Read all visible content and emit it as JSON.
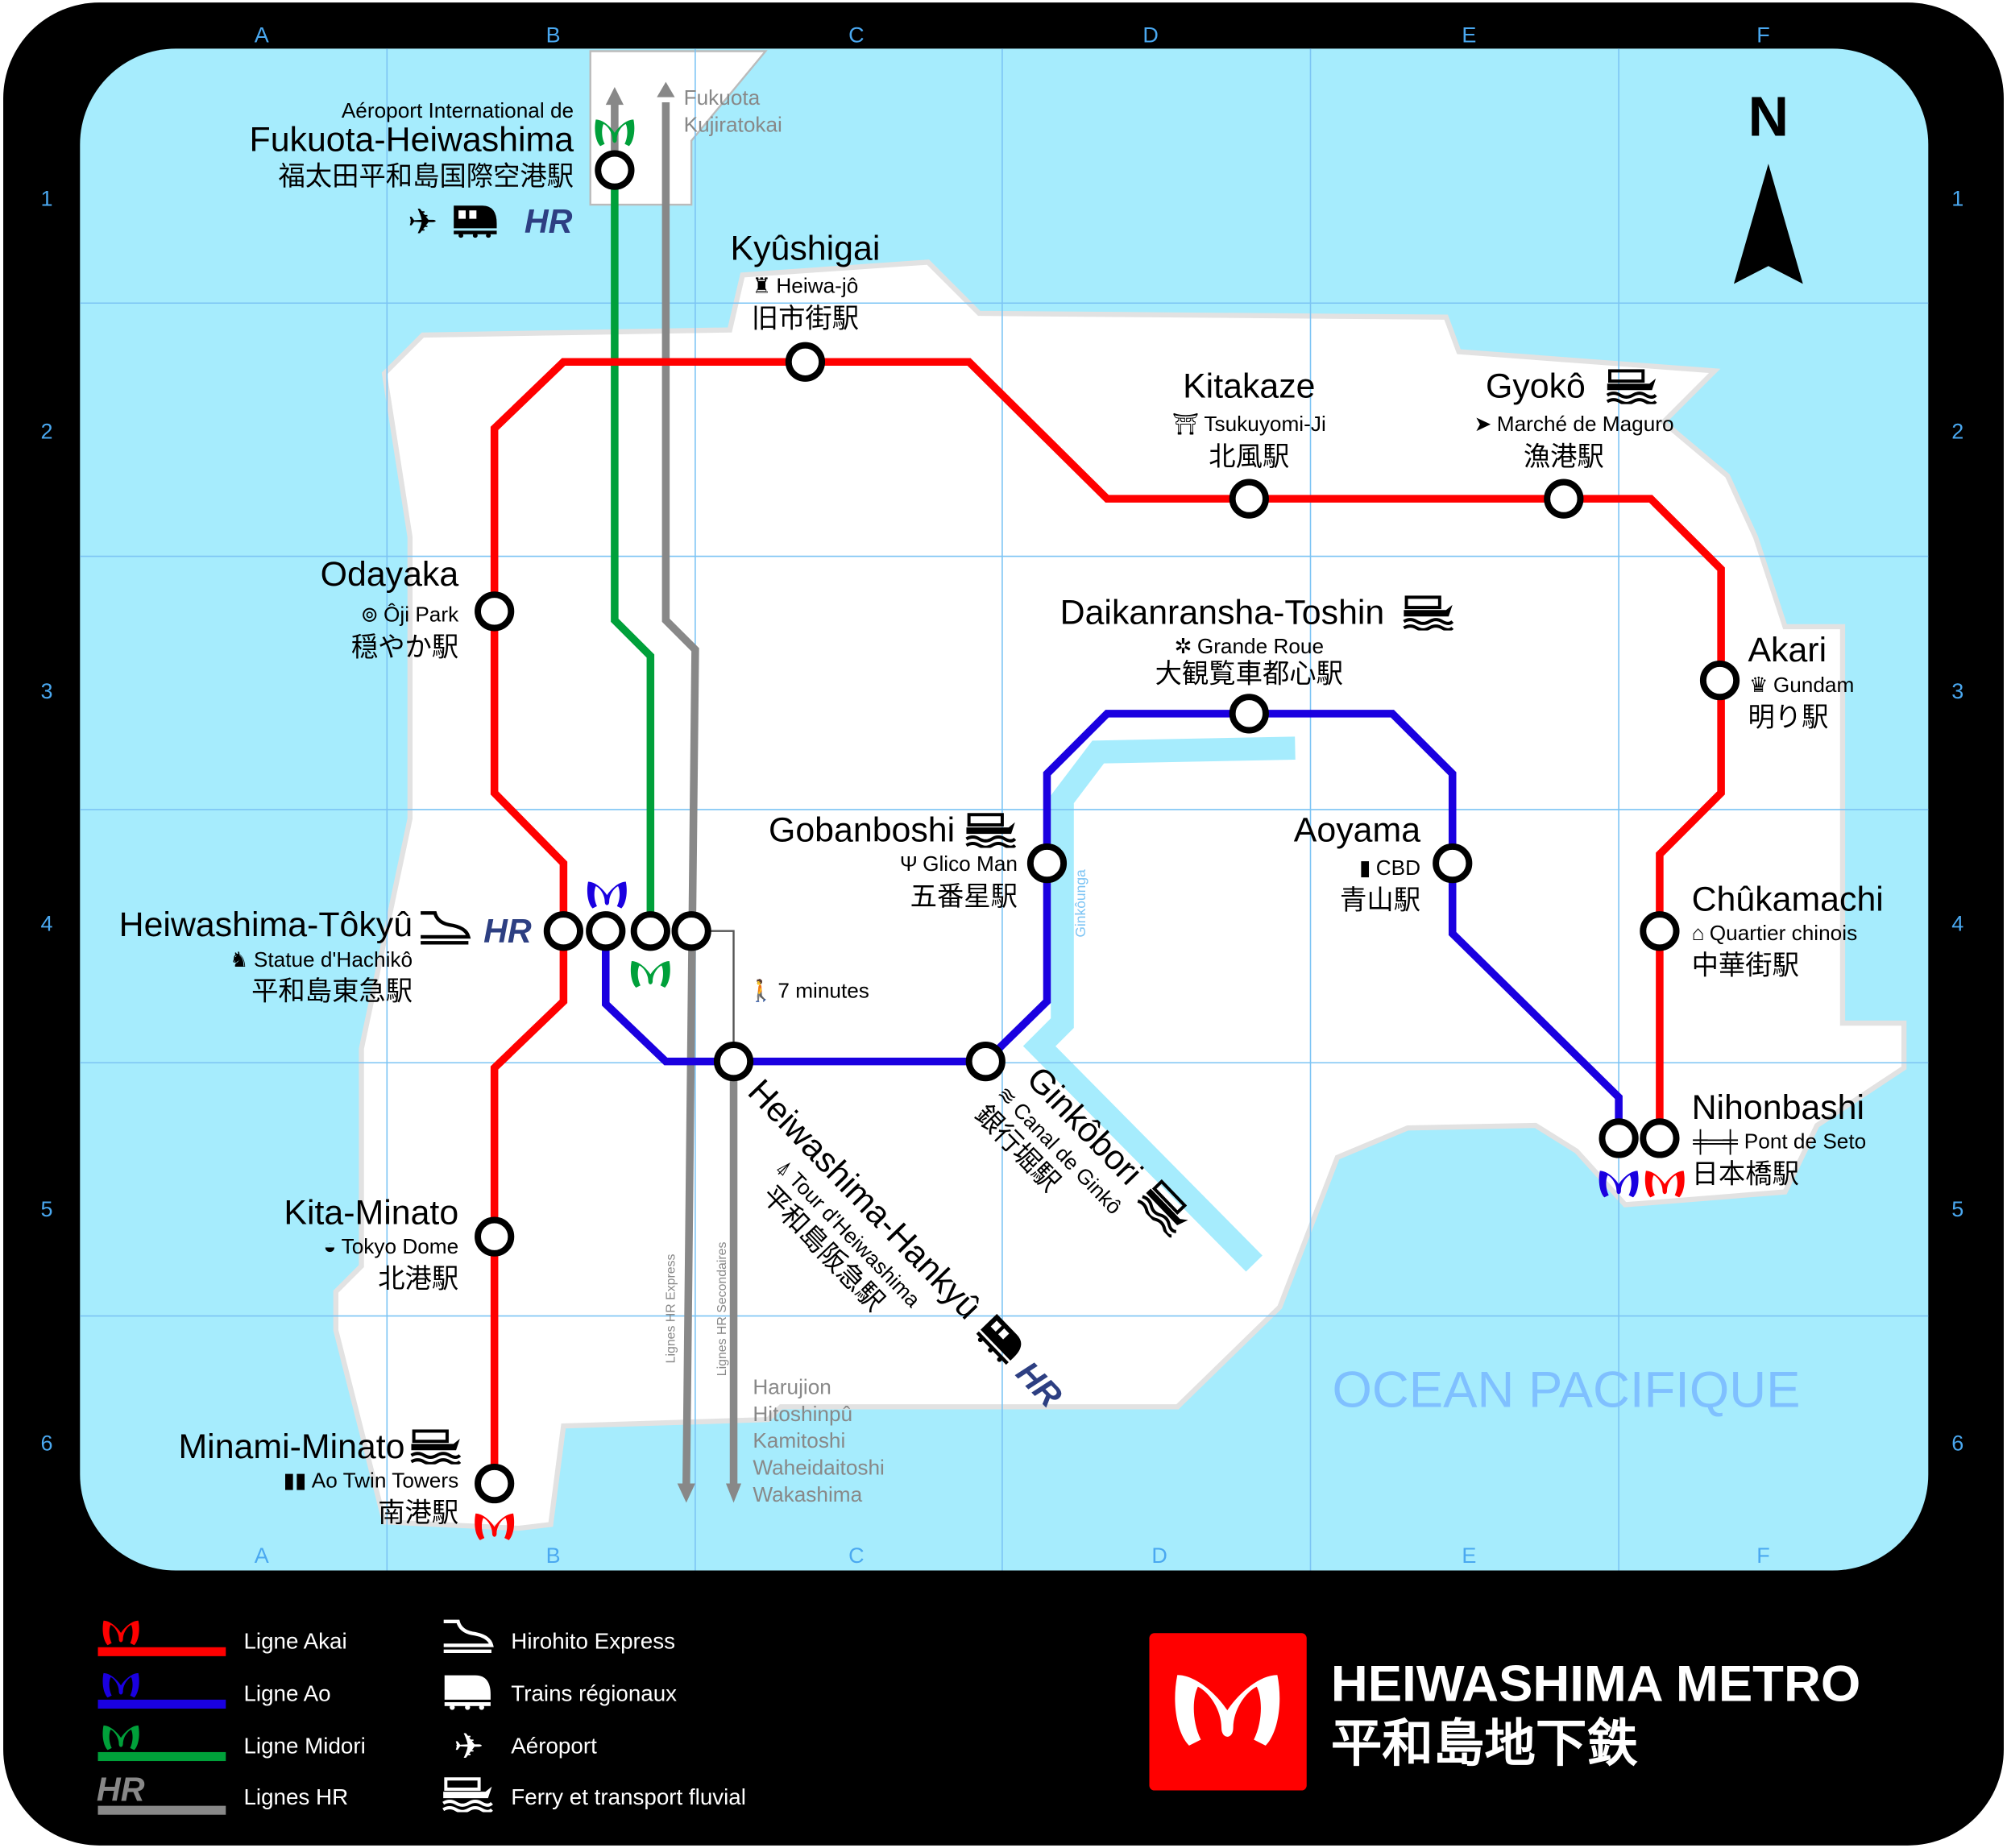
{
  "grid": {
    "columns": [
      "A",
      "B",
      "C",
      "D",
      "E",
      "F"
    ],
    "rows": [
      "1",
      "2",
      "3",
      "4",
      "5",
      "6"
    ]
  },
  "compass": "N",
  "colors": {
    "akai": "#ff0000",
    "ao": "#1a00e0",
    "midori": "#00a03a",
    "hr": "#888888",
    "water": "#a6ecfd",
    "hr_brand": "#2d3f82"
  },
  "stations": [
    {
      "pre": "Aéroport International de",
      "name": "Fukuota-Heiwashima",
      "kanji": "福太田平和島国際空港駅"
    },
    {
      "name": "Kyûshigai",
      "poi": "Heiwa-jô",
      "kanji": "旧市街駅"
    },
    {
      "name": "Kitakaze",
      "poi": "Tsukuyomi-Ji",
      "kanji": "北風駅"
    },
    {
      "name": "Gyokô",
      "poi": "Marché de Maguro",
      "kanji": "漁港駅"
    },
    {
      "name": "Odayaka",
      "poi": "Ôji Park",
      "kanji": "穏やか駅"
    },
    {
      "name": "Daikanransha-Toshin",
      "poi": "Grande Roue",
      "kanji": "大観覧車都心駅"
    },
    {
      "name": "Akari",
      "poi": "Gundam",
      "kanji": "明り駅"
    },
    {
      "name": "Gobanboshi",
      "poi": "Glico Man",
      "kanji": "五番星駅"
    },
    {
      "name": "Aoyama",
      "poi": "CBD",
      "kanji": "青山駅"
    },
    {
      "name": "Heiwashima-Tôkyû",
      "poi": "Statue d'Hachikô",
      "kanji": "平和島東急駅"
    },
    {
      "name": "Chûkamachi",
      "poi": "Quartier chinois",
      "kanji": "中華街駅"
    },
    {
      "name": "Ginkôbori",
      "poi": "Canal de Ginkô",
      "kanji": "銀行堀駅"
    },
    {
      "name": "Heiwashima-Hankyû",
      "poi": "Tour d'Heiwashima",
      "kanji": "平和島阪急駅"
    },
    {
      "name": "Nihonbashi",
      "poi": "Pont de Seto",
      "kanji": "日本橋駅"
    },
    {
      "name": "Kita-Minato",
      "poi": "Tokyo Dome",
      "kanji": "北港駅"
    },
    {
      "name": "Minami-Minato",
      "poi": "Ao Twin Towers",
      "kanji": "南港駅"
    }
  ],
  "hr_north": [
    "Fukuota",
    "Kujiratokai"
  ],
  "hr_south": [
    "Harujion",
    "Hitoshinpû",
    "Kamitoshi",
    "Waheidaitoshi",
    "Wakashima"
  ],
  "hr_express_label": "Lignes HR Express",
  "hr_secondary_label": "Lignes HR Secondaires",
  "walk_label": "7 minutes",
  "canal_label": "Ginkôunga",
  "ocean_label": "OCEAN PACIFIQUE",
  "hr_logo": "HR",
  "legend": {
    "lines": [
      "Ligne Akai",
      "Ligne Ao",
      "Ligne Midori",
      "Lignes HR"
    ],
    "services": [
      "Hirohito Express",
      "Trains régionaux",
      "Aéroport",
      "Ferry et transport fluvial"
    ]
  },
  "brand": {
    "name": "HEIWASHIMA METRO",
    "kanji": "平和島地下鉄"
  }
}
